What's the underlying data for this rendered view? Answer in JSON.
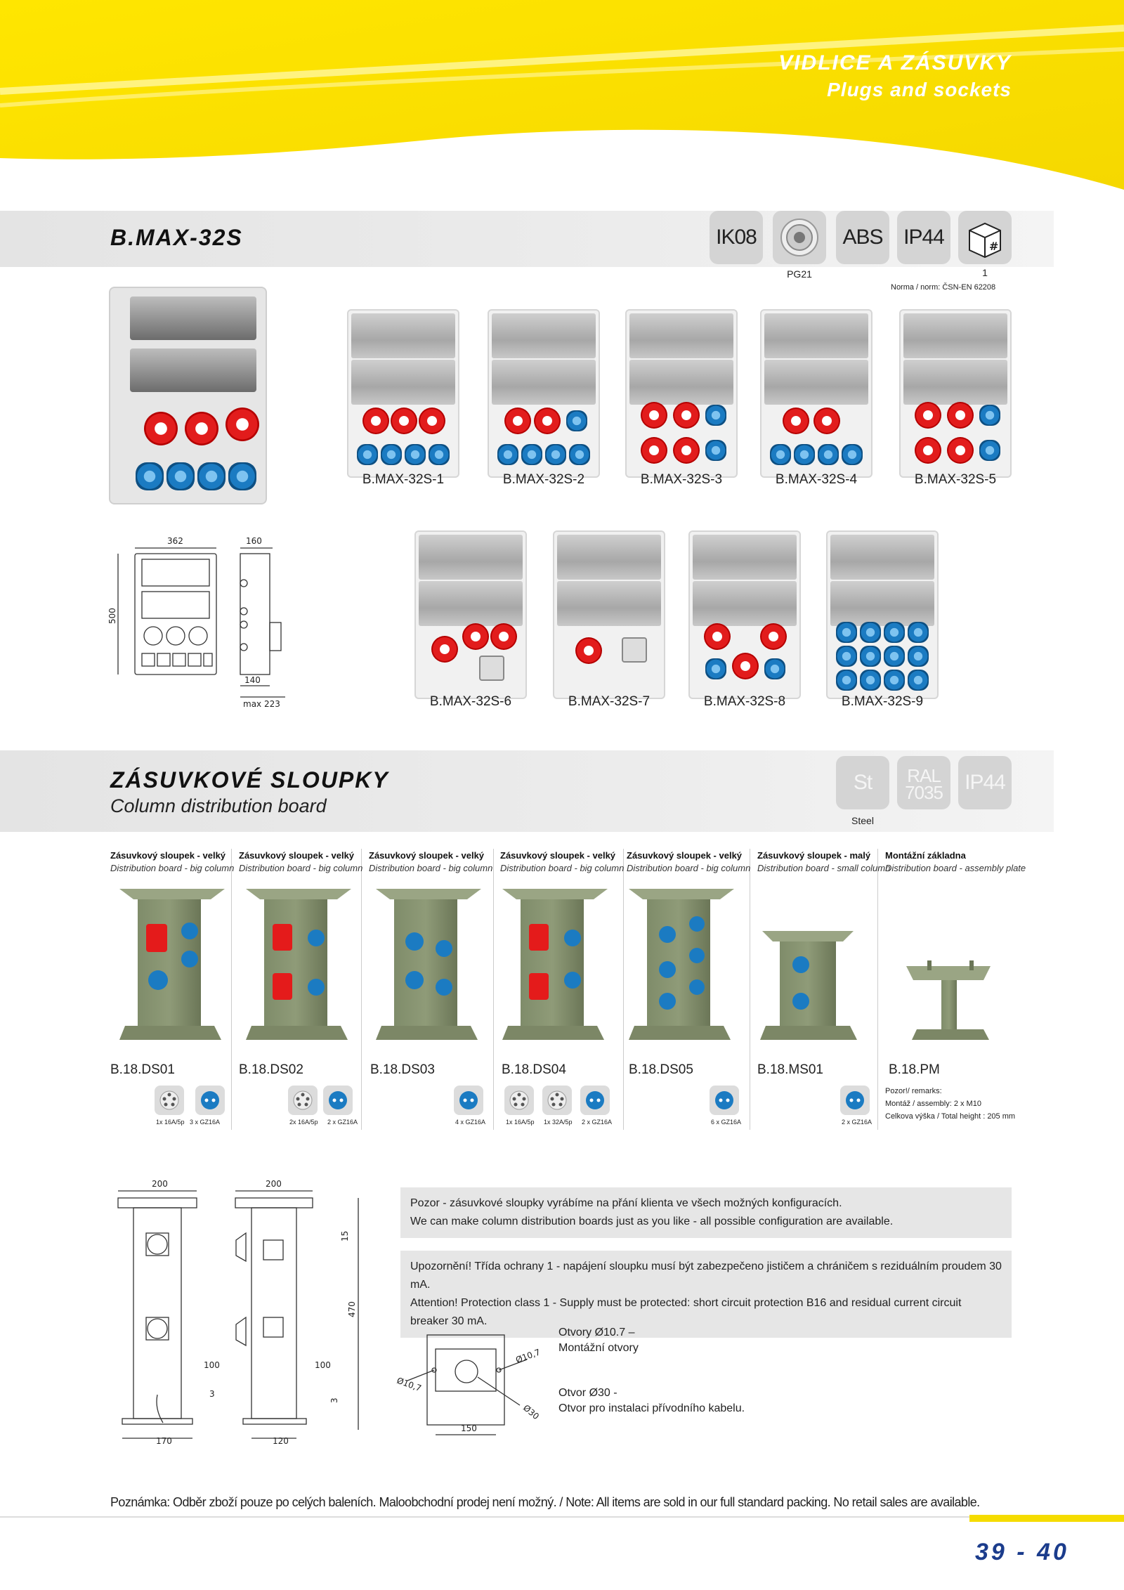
{
  "header": {
    "title": "VIDLICE A ZÁSUVKY",
    "subtitle": "Plugs and sockets"
  },
  "section1": {
    "title": "B.MAX-32S",
    "badges": [
      {
        "label": "IK08",
        "note": ""
      },
      {
        "label": "",
        "note": "PG21",
        "icon": "cable-gland-icon"
      },
      {
        "label": "ABS",
        "note": ""
      },
      {
        "label": "IP44",
        "note": ""
      },
      {
        "label": "#",
        "note": "1",
        "icon": "package-icon"
      }
    ],
    "norm": "Norma / norm:  ČSN-EN 62208",
    "dims": {
      "w": "362",
      "d": "160",
      "h": "500",
      "a": "140",
      "b": "max 223"
    },
    "variants_row1": [
      "B.MAX-32S-1",
      "B.MAX-32S-2",
      "B.MAX-32S-3",
      "B.MAX-32S-4",
      "B.MAX-32S-5"
    ],
    "variants_row2": [
      "B.MAX-32S-6",
      "B.MAX-32S-7",
      "B.MAX-32S-8",
      "B.MAX-32S-9"
    ]
  },
  "section2": {
    "title": "ZÁSUVKOVÉ SLOUPKY",
    "subtitle": "Column distribution board",
    "badges": [
      {
        "label": "St",
        "note": "Steel"
      },
      {
        "label": "RAL 7035",
        "note": ""
      },
      {
        "label": "IP44",
        "note": ""
      }
    ],
    "columns": [
      {
        "head": "Zásuvkový sloupek - velký",
        "sub": "Distribution board - big column",
        "code": "B.18.DS01",
        "icons": [
          {
            "type": "5p",
            "cap": "1x 16A/5p"
          },
          {
            "type": "gz",
            "cap": "3 x GZ16A"
          }
        ]
      },
      {
        "head": "Zásuvkový sloupek - velký",
        "sub": "Distribution board - big column",
        "code": "B.18.DS02",
        "icons": [
          {
            "type": "5p",
            "cap": "2x 16A/5p"
          },
          {
            "type": "gz",
            "cap": "2 x GZ16A"
          }
        ]
      },
      {
        "head": "Zásuvkový sloupek - velký",
        "sub": "Distribution board - big column",
        "code": "B.18.DS03",
        "icons": [
          {
            "type": "gz",
            "cap": "4 x GZ16A"
          }
        ]
      },
      {
        "head": "Zásuvkový sloupek - velký",
        "sub": "Distribution board - big column",
        "code": "B.18.DS04",
        "icons": [
          {
            "type": "5p",
            "cap": "1x 16A/5p"
          },
          {
            "type": "5p",
            "cap": "1x 32A/5p"
          },
          {
            "type": "gz",
            "cap": "2 x GZ16A"
          }
        ]
      },
      {
        "head": "Zásuvkový sloupek - velký",
        "sub": "Distribution board - big column",
        "code": "B.18.DS05",
        "icons": [
          {
            "type": "gz",
            "cap": "6 x GZ16A"
          }
        ]
      },
      {
        "head": "Zásuvkový sloupek - malý",
        "sub": "Distribution board - small column",
        "code": "B.18.MS01",
        "icons": [
          {
            "type": "gz",
            "cap": "2 x GZ16A"
          }
        ]
      },
      {
        "head": "Montážní základna",
        "sub": "Distribution board - assembly plate",
        "code": "B.18.PM",
        "icons": []
      }
    ],
    "pm_remarks": [
      "Pozor!/ remarks:",
      "Montáž / assembly: 2 x M10",
      "Celkova výška / Total height : 205 mm"
    ],
    "drawing_dims": {
      "w1": "200",
      "w2": "200",
      "d15": "15",
      "d470": "470",
      "d100a": "100",
      "d100b": "100",
      "d3a": "3",
      "d3b": "3",
      "b170": "170",
      "b120": "120",
      "p150": "150",
      "hole_a": "Ø10,7",
      "hole_b": "Ø10,7",
      "hole_c": "Ø30"
    },
    "notes": [
      {
        "l1": "Pozor - zásuvkové sloupky vyrábíme na přání klienta ve všech možných konfiguracích.",
        "l2": "We can make column distribution boards just as you like - all possible configuration are available."
      },
      {
        "l1": "Upozornění! Třída ochrany 1 - napájení sloupku musí být zabezpečeno jističem a chráničem s reziduálním proudem 30 mA.",
        "l2": "Attention! Protection class 1 - Supply must be protected: short circuit protection B16 and residual current circuit breaker 30 mA."
      }
    ],
    "holes": [
      {
        "l1": "Otvory Ø10.7 –",
        "l2": "Montážní otvory"
      },
      {
        "l1": "Otvor Ø30 -",
        "l2": "Otvor pro instalaci přívodního kabelu."
      }
    ]
  },
  "footer": {
    "note": "Poznámka: Odběr zboží pouze po celých baleních. Maloobchodní prodej není možný. / Note: All items are sold in our full standard packing. No retail sales are available.",
    "page": "39 - 40"
  }
}
